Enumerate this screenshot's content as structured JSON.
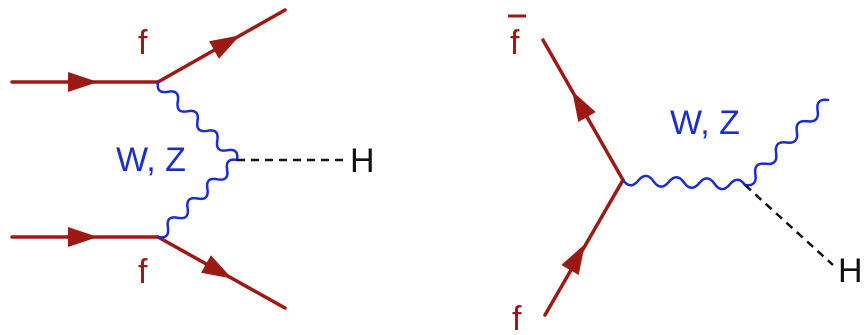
{
  "colors": {
    "fermion": "#9b1a15",
    "boson": "#1c2ec8",
    "scalar": "#111111",
    "fermion_label": "#9b1a15",
    "boson_label": "#1c2ec8",
    "higgs_label": "#111111"
  },
  "diagram_left": {
    "fermion_top_label": "f",
    "fermion_bottom_label": "f",
    "boson_label": "W, Z",
    "higgs_label": "H"
  },
  "diagram_right": {
    "antifermion_label": "f",
    "fermion_label": "f",
    "boson_label": "W, Z",
    "higgs_label": "H"
  }
}
